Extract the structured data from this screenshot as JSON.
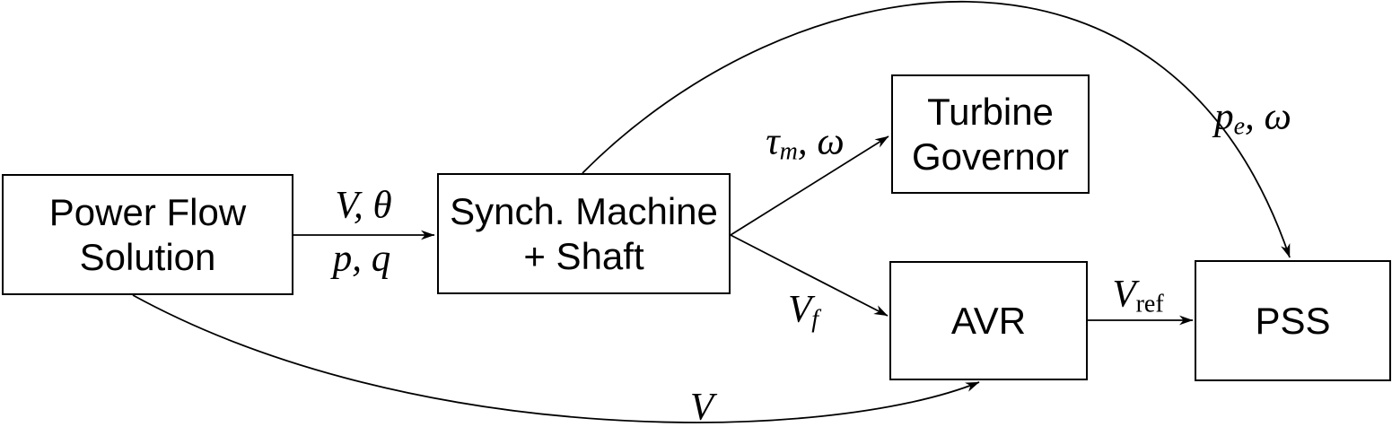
{
  "colors": {
    "background": "#ffffff",
    "line": "#000000",
    "text": "#000000"
  },
  "boxes": {
    "power_flow": {
      "line1": "Power Flow",
      "line2": "Solution"
    },
    "synch_machine": {
      "line1": "Synch. Machine",
      "line2": "+ Shaft"
    },
    "turbine_governor": {
      "line1": "Turbine",
      "line2": "Governor"
    },
    "avr": {
      "label": "AVR"
    },
    "pss": {
      "label": "PSS"
    }
  },
  "edge_labels": {
    "v_theta": "V, θ",
    "p_q": "p, q",
    "tau_m_omega": {
      "base": "τ",
      "sub": "m",
      "tail": ", ω"
    },
    "v_f": {
      "base": "V",
      "sub": "f",
      "tail": ""
    },
    "v_ref": {
      "base": "V",
      "sub": "ref",
      "tail": ""
    },
    "p_e_omega": {
      "base": "p",
      "sub": "e",
      "tail": ", ω"
    },
    "v": "V"
  }
}
